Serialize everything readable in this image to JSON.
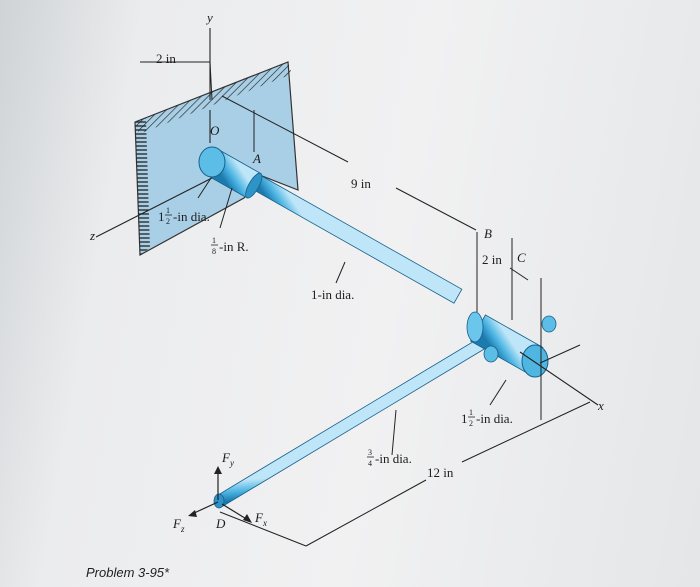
{
  "caption": "Problem 3-95*",
  "axes": {
    "x": "x",
    "y": "y",
    "z": "z"
  },
  "points": {
    "O": "O",
    "A": "A",
    "B": "B",
    "C": "C",
    "D": "D"
  },
  "forces": {
    "Fx": "F",
    "Fx_sub": "x",
    "Fy": "F",
    "Fy_sub": "y",
    "Fz": "F",
    "Fz_sub": "z"
  },
  "dimensions": {
    "wall_offset": "2 in",
    "shaft_length": "9 in",
    "collar_width": "2 in",
    "arm_length": "12 in"
  },
  "labels": {
    "shoulder_dia_whole": "1",
    "shoulder_dia_num": "1",
    "shoulder_dia_den": "2",
    "shoulder_dia_tail": "-in dia.",
    "fillet_num": "1",
    "fillet_den": "8",
    "fillet_tail": "-in R.",
    "shaft_dia": "1-in dia.",
    "arm_dia_num": "3",
    "arm_dia_den": "4",
    "arm_dia_tail": "-in dia.",
    "collar_dia_whole": "1",
    "collar_dia_num": "1",
    "collar_dia_den": "2",
    "collar_dia_tail": "-in dia."
  },
  "colors": {
    "shaft_light": "#bfe6f8",
    "shaft_mid": "#4cb4e2",
    "shaft_dark": "#1c7bae",
    "wall": "#a9cfe6"
  }
}
